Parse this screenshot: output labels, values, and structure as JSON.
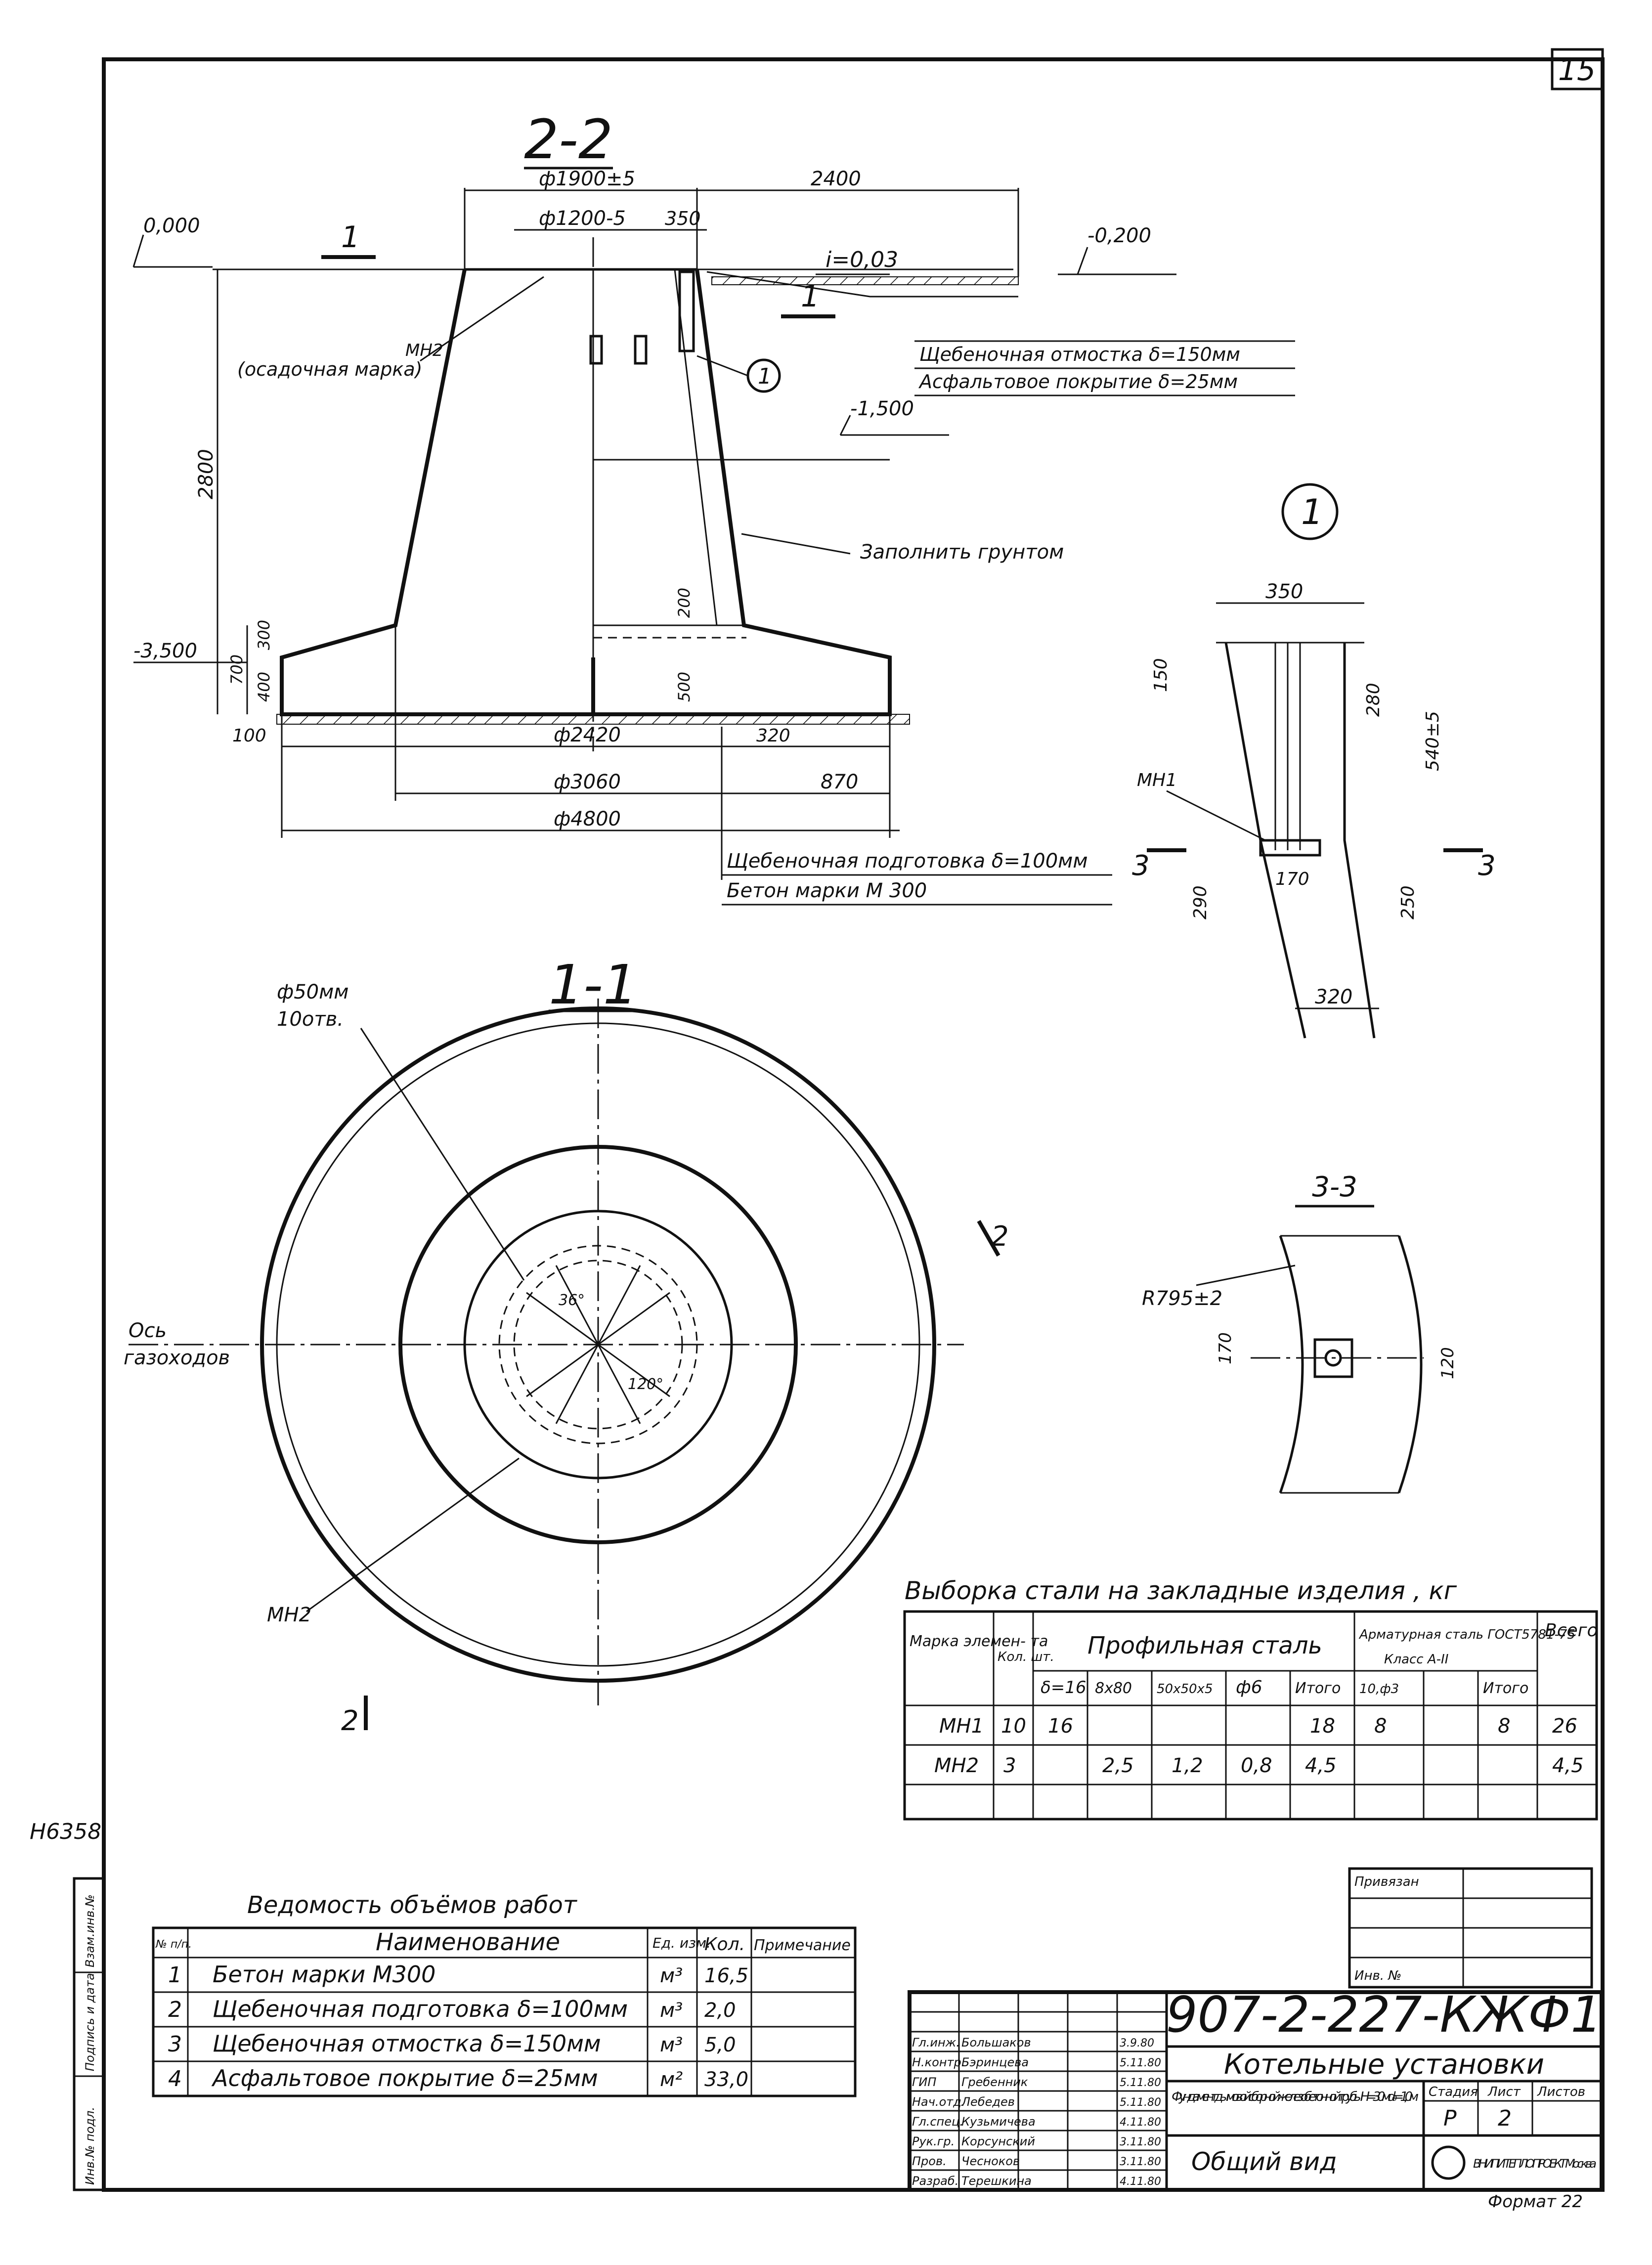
{
  "sheet": {
    "sheet_number": "15",
    "inventory_mark": "Н6358",
    "format_label": "Формат 22"
  },
  "section_2_2": {
    "title": "2-2",
    "cut_label_left": "1",
    "cut_label_right": "1",
    "elev_zero": "0,000",
    "elev_ground": "-0,200",
    "elev_mid": "-1,500",
    "elev_base": "-3,500",
    "slope": "i=0,03",
    "dim_d_top": "ф1900±5",
    "dim_d_inner": "ф1200-5",
    "dim_350": "350",
    "dim_2400": "2400",
    "dim_2800": "2800",
    "dim_700": "700",
    "dim_300": "300",
    "dim_400": "400",
    "dim_200": "200",
    "dim_500": "500",
    "dim_100": "100",
    "dim_d2420": "ф2420",
    "dim_320": "320",
    "dim_d3060": "ф3060",
    "dim_870": "870",
    "dim_d4800": "ф4800",
    "label_mn2": "МН2",
    "label_settling_mark": "(осадочная марка)",
    "callout_1": "1",
    "note_gravel_blind": "Щебеночная отмостка δ=150мм",
    "note_asphalt": "Асфальтовое покрытие δ=25мм",
    "note_backfill": "Заполнить грунтом",
    "note_gravel_bed": "Щебеночная подготовка δ=100мм",
    "note_concrete": "Бетон марки М 300"
  },
  "detail_1": {
    "title": "1",
    "dim_350": "350",
    "dim_150": "150",
    "dim_280": "280",
    "dim_540": "540±5",
    "label_mn1": "МН1",
    "dim_170": "170",
    "dim_290": "290",
    "dim_250": "250",
    "dim_320": "320",
    "cut_left": "3",
    "cut_right": "3"
  },
  "plan_1_1": {
    "title": "1-1",
    "holes_note_1": "ф50мм",
    "holes_note_2": "10отв.",
    "axis_label_1": "Ось",
    "axis_label_2": "газоходов",
    "label_mn2": "МН2",
    "cut_mark_top": "2",
    "cut_mark_bottom": "2",
    "angle_36": "36°",
    "angle_120": "120°"
  },
  "section_3_3": {
    "title": "3-3",
    "radius": "R795±2",
    "dim_170": "170",
    "dim_120": "120"
  },
  "steel_table": {
    "caption": "Выборка стали на закладные изделия , кг",
    "h_mark": "Марка элемен- та",
    "h_qty": "Кол. шт.",
    "h_profile": "Профильная сталь",
    "h_rebar": "Арматурная сталь ГОСТ5781-75",
    "h_rebar_class": "Класс А-II",
    "h_total": "Всего",
    "sub_headers": [
      "δ=16",
      "8х80",
      "50х50х5",
      "ф6",
      "Итого",
      "10,ф3",
      "",
      "Итого"
    ],
    "rows": [
      [
        "МН1",
        "10",
        "16",
        "",
        "",
        "",
        "18",
        "8",
        "",
        "8",
        "26"
      ],
      [
        "МН2",
        "3",
        "",
        "2,5",
        "1,2",
        "0,8",
        "4,5",
        "",
        "",
        "",
        "4,5"
      ]
    ]
  },
  "works_table": {
    "caption": "Ведомость объёмов работ",
    "headers": [
      "№ п/п.",
      "Наименование",
      "Ед. изм.",
      "Кол.",
      "Примечание"
    ],
    "rows": [
      [
        "1",
        "Бетон марки М300",
        "м³",
        "16,5",
        ""
      ],
      [
        "2",
        "Щебеночная подготовка δ=100мм",
        "м³",
        "2,0",
        ""
      ],
      [
        "3",
        "Щебеночная отмостка δ=150мм",
        "м³",
        "5,0",
        ""
      ],
      [
        "4",
        "Асфальтовое покрытие δ=25мм",
        "м²",
        "33,0",
        ""
      ]
    ]
  },
  "ref_box": {
    "label_top": "Привязан",
    "label_bottom": "Инв. №"
  },
  "title_block": {
    "code": "907-2-227-КЖФ1",
    "project": "Котельные установки",
    "description": "Фундамент дымовой сборной железобетонной трубы Н=30м d₀=1,0м",
    "sheet_title": "Общий вид",
    "stage_label": "Стадия",
    "sheet_label": "Лист",
    "sheets_label": "Листов",
    "stage": "Р",
    "sheet": "2",
    "org": "ВНИПИ ТЕПЛОПРОЕКТ Москва",
    "people": [
      [
        "Гл.инж.",
        "Большаков",
        "3.9.80"
      ],
      [
        "Н.контр.",
        "Бэринцева",
        "5.11.80"
      ],
      [
        "ГИП",
        "Гребенник",
        "5.11.80"
      ],
      [
        "Нач.отд.",
        "Лебедев",
        "5.11.80"
      ],
      [
        "Гл.спец.",
        "Кузьмичева",
        "4.11.80"
      ],
      [
        "Рук.гр.",
        "Корсунский",
        "3.11.80"
      ],
      [
        "Пров.",
        "Чесноков",
        "3.11.80"
      ],
      [
        "Разраб.",
        "Терешкина",
        "4.11.80"
      ]
    ]
  },
  "left_strip": [
    "Инв.№ подл.",
    "Подпись и дата",
    "Взам.инв.№"
  ]
}
